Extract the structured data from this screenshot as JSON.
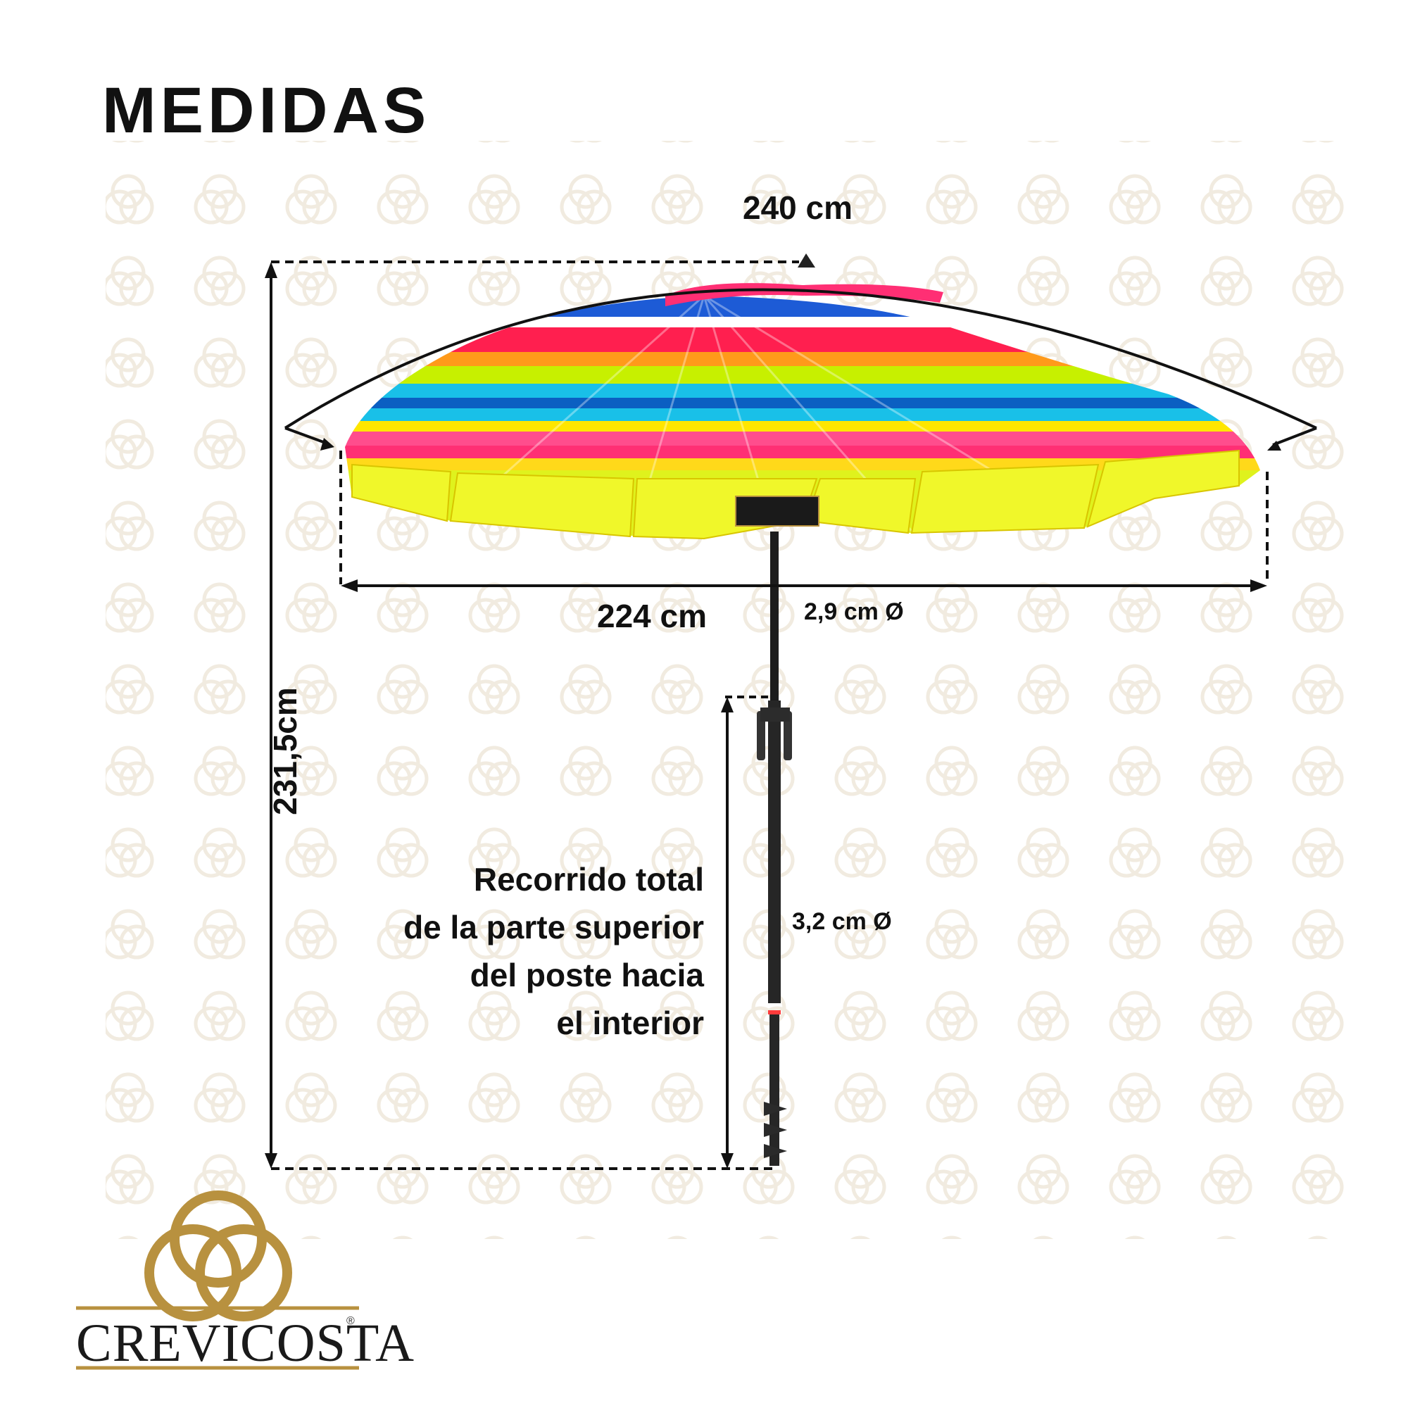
{
  "title": "MEDIDAS",
  "dimensions": {
    "canopy_arc": "240 cm",
    "canopy_width": "224 cm",
    "pole_top_diameter": "2,9 cm Ø",
    "pole_bottom_diameter": "3,2  cm Ø",
    "total_height": "231,5cm"
  },
  "travel_note": {
    "lines": [
      "Recorrido total",
      "de la parte superior",
      "del poste hacia",
      "el interior"
    ]
  },
  "brand": {
    "name": "CREVICOSTA",
    "registered_mark": "®"
  },
  "colors": {
    "brand_gold": "#b8913f",
    "dimension_line": "#111111",
    "watermark": "#efe9dc",
    "canopy_stripes": [
      "#cdf21a",
      "#ffd91a",
      "#ff2f74",
      "#1aa6e0",
      "#0b5fc2",
      "#ffe600",
      "#ff4d8d",
      "#19c0e8",
      "#c7f000",
      "#ff1f4f",
      "#1d5bd6"
    ]
  },
  "umbrella_icon": "striped-beach-umbrella-image"
}
